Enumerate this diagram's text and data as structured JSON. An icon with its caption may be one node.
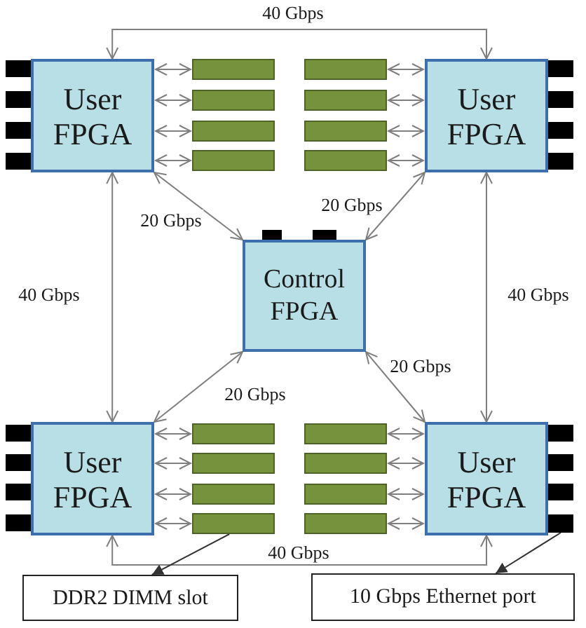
{
  "diagram": {
    "nodes": [
      {
        "text": [
          "User FPGA"
        ]
      },
      {
        "text": [
          "User FPGA"
        ]
      },
      {
        "text": [
          "Control FPGA"
        ]
      },
      {
        "text": [
          "User FPGA"
        ]
      },
      {
        "text": [
          "User FPGA"
        ]
      },
      {
        "text": [],
        "shape": "bar"
      },
      {
        "text": [],
        "shape": "bar"
      },
      {
        "text": [],
        "shape": "bar"
      },
      {
        "text": [],
        "shape": "bar"
      },
      {
        "text": [],
        "shape": "bar"
      },
      {
        "text": [],
        "shape": "bar"
      },
      {
        "text": [],
        "shape": "bar"
      },
      {
        "text": [],
        "shape": "bar"
      },
      {
        "text": [],
        "shape": "bar"
      },
      {
        "text": [],
        "shape": "bar"
      },
      {
        "text": [],
        "shape": "bar"
      },
      {
        "text": [],
        "shape": "bar"
      },
      {
        "text": [],
        "shape": "bar"
      },
      {
        "text": [],
        "shape": "bar"
      },
      {
        "text": [],
        "shape": "bar"
      },
      {
        "text": [],
        "shape": "bar"
      },
      {
        "text": [],
        "shape": "box"
      },
      {
        "text": [
          "DDR2 DIMM slot"
        ]
      },
      {
        "text": [
          "10 Gbps Ethernet port"
        ]
      }
    ],
    "edges": [
      {
        "from": 0,
        "to": 1,
        "arrow": "both",
        "label": "40 Gbps"
      },
      {
        "from": 0,
        "to": 3,
        "arrow": "both",
        "label": "40 Gbps"
      },
      {
        "from": 1,
        "to": 4,
        "arrow": "both",
        "label": "40 Gbps"
      },
      {
        "from": 0,
        "to": 2,
        "arrow": "both",
        "label": "20 Gbps"
      },
      {
        "from": 1,
        "to": 2,
        "arrow": "both",
        "label": "20 Gbps"
      },
      {
        "from": 2,
        "to": 3,
        "arrow": "both",
        "label": "20 Gbps"
      },
      {
        "from": 2,
        "to": 4,
        "arrow": "both",
        "label": "20 Gbps"
      },
      {
        "from": 3,
        "to": 4,
        "arrow": "both",
        "label": "40 Gbps"
      },
      {
        "from": 0,
        "to": 5,
        "arrow": "both"
      },
      {
        "from": 0,
        "to": 6,
        "arrow": "both"
      },
      {
        "from": 0,
        "to": 7,
        "arrow": "both"
      },
      {
        "from": 0,
        "to": 8,
        "arrow": "both"
      },
      {
        "from": 1,
        "to": 9,
        "arrow": "both"
      },
      {
        "from": 1,
        "to": 10,
        "arrow": "both"
      },
      {
        "from": 1,
        "to": 11,
        "arrow": "both"
      },
      {
        "from": 1,
        "to": 12,
        "arrow": "both"
      },
      {
        "from": 3,
        "to": 13,
        "arrow": "both"
      },
      {
        "from": 3,
        "to": 14,
        "arrow": "both"
      },
      {
        "from": 3,
        "to": 15,
        "arrow": "both"
      },
      {
        "from": 3,
        "to": 16,
        "arrow": "both"
      },
      {
        "from": 4,
        "to": 17,
        "arrow": "both"
      },
      {
        "from": 4,
        "to": 18,
        "arrow": "both"
      },
      {
        "from": 4,
        "to": 19,
        "arrow": "both"
      },
      {
        "from": 4,
        "to": 20,
        "arrow": "both"
      },
      {
        "from": 16,
        "to": 22,
        "arrow": "to"
      },
      {
        "from": 21,
        "to": 23,
        "arrow": "to"
      }
    ]
  }
}
